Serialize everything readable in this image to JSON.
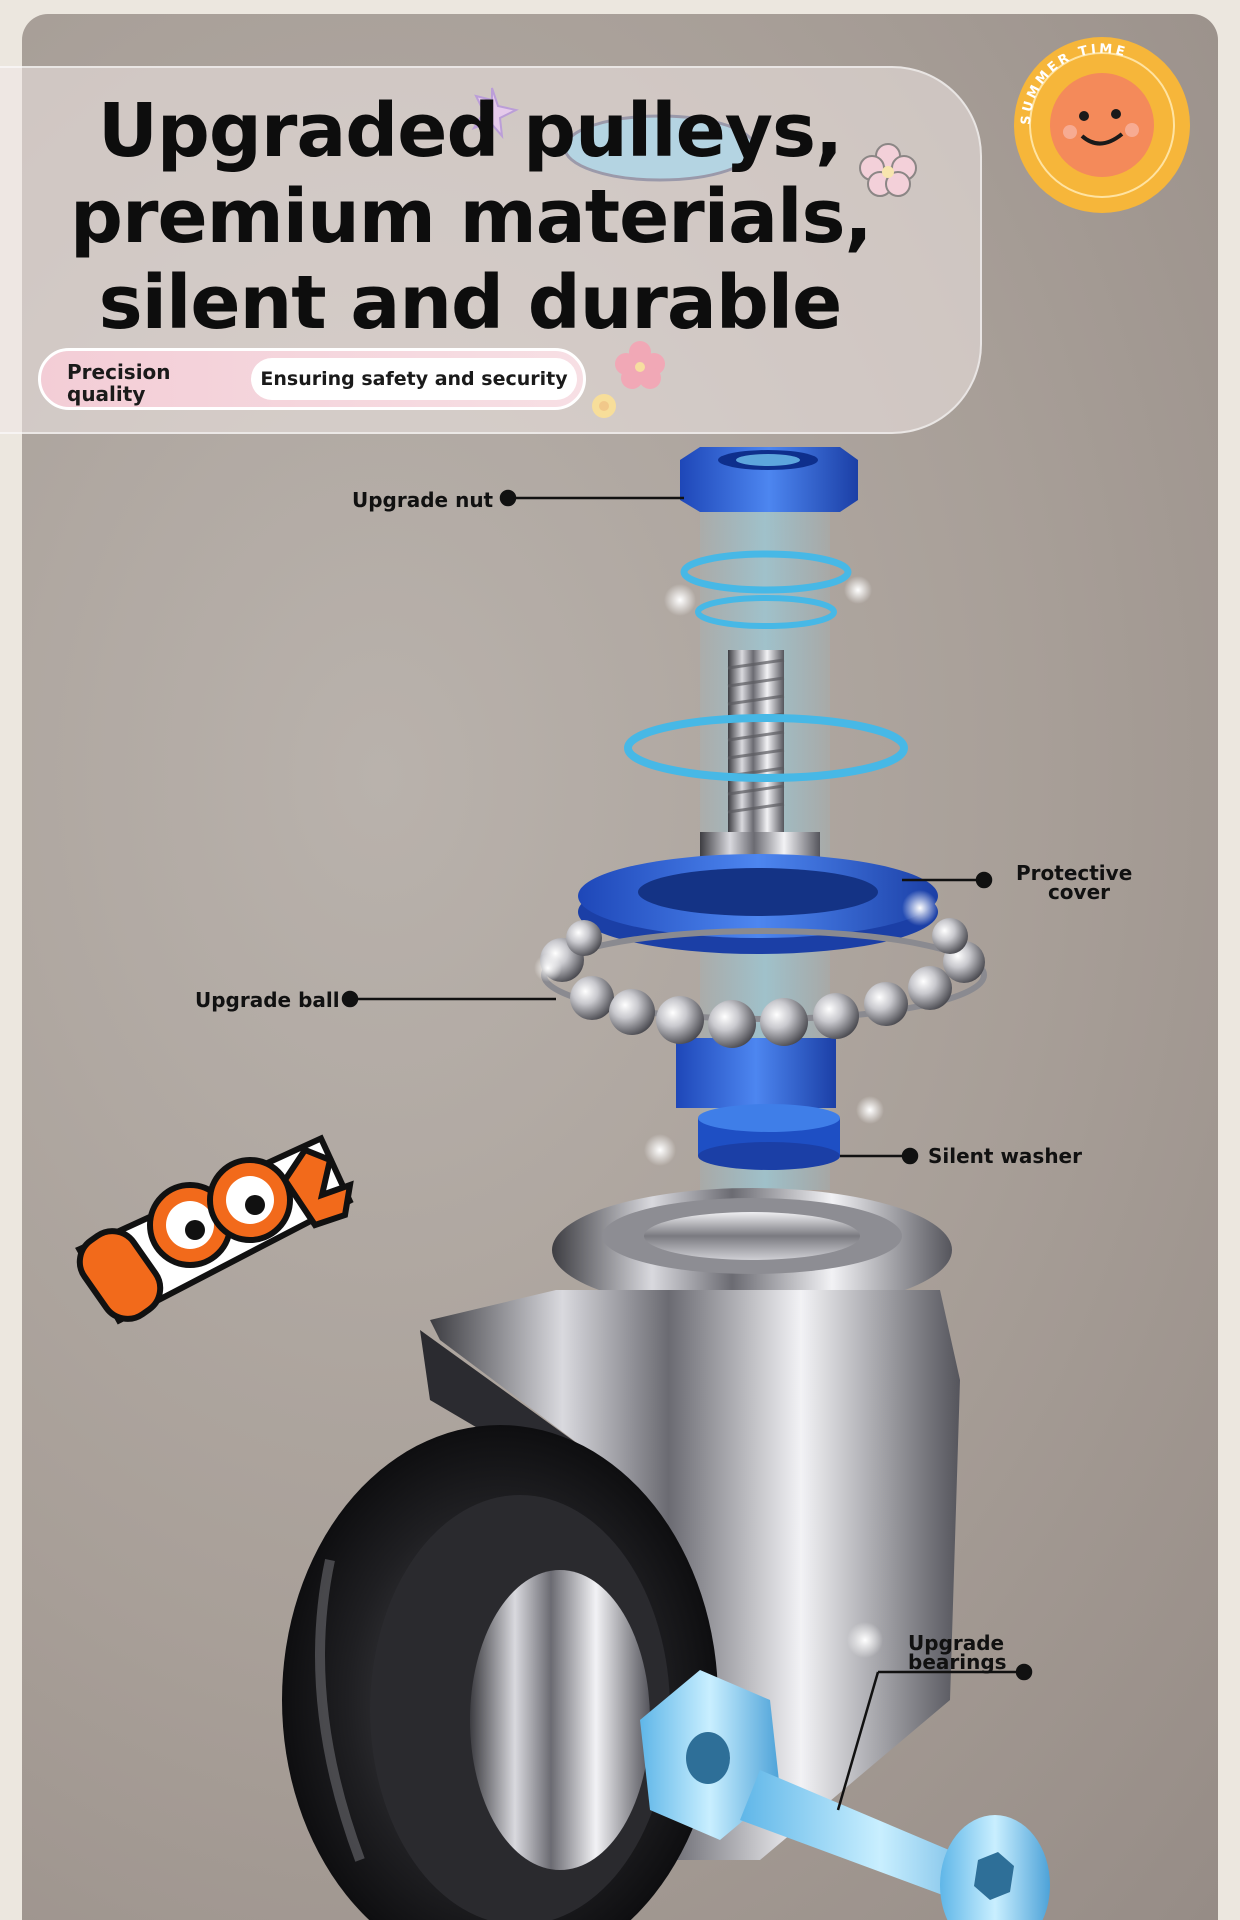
{
  "headline": {
    "line1": "Upgraded pulleys,",
    "line2": "premium materials,",
    "line3": "silent and durable"
  },
  "badge": {
    "left_line1": "Precision",
    "left_line2": "quality",
    "right": "Ensuring safety and security"
  },
  "callouts": {
    "upgrade_nut": "Upgrade nut",
    "protective_cover_line1": "Protective",
    "protective_cover_line2": "cover",
    "upgrade_ball": "Upgrade ball",
    "silent_washer": "Silent washer",
    "upgrade_bearings_line1": "Upgrade",
    "upgrade_bearings_line2": "bearings"
  },
  "stickers": {
    "look": "look",
    "stamp": "SUMMER TIME"
  },
  "colors": {
    "background": "#a89f98",
    "headline_text": "#0d0d0d",
    "pill_pink": "#f3cdd6",
    "part_blue": "#2d63d6",
    "glow_cyan": "#7fd8ff",
    "look_orange": "#f26a1b",
    "stamp_yellow": "#f6b63a"
  }
}
